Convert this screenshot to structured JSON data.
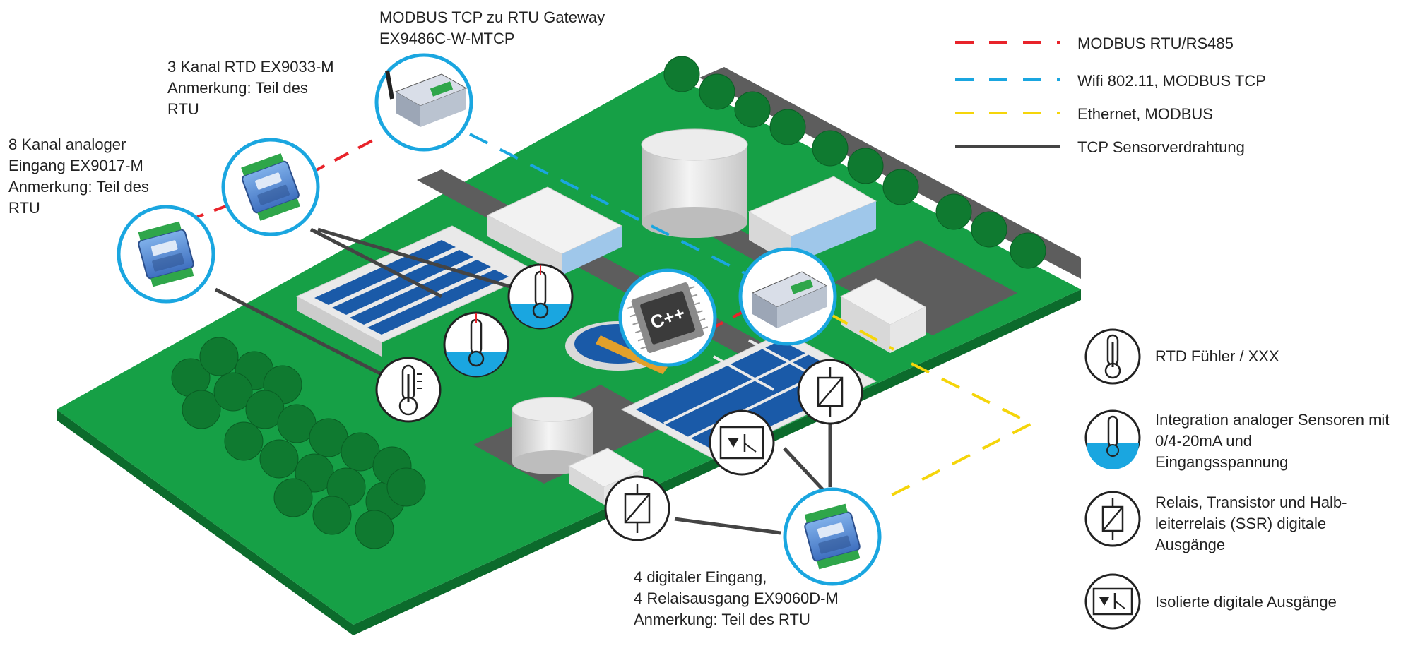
{
  "labels": {
    "gateway": [
      "MODBUS TCP zu RTU Gateway",
      "EX9486C-W-MTCP"
    ],
    "rtd": [
      "3 Kanal RTD EX9033-M",
      "Anmerkung: Teil des",
      "RTU"
    ],
    "analog": [
      "8 Kanal analoger",
      "Eingang EX9017-M",
      "Anmerkung: Teil des",
      "RTU"
    ],
    "digital": [
      "4 digitaler Eingang,",
      "4 Relaisausgang EX9060D-M",
      "Anmerkung: Teil des RTU"
    ]
  },
  "chip_label": "C++",
  "legend": [
    {
      "label": "MODBUS RTU/RS485",
      "color": "#e8232a",
      "style": "dashed"
    },
    {
      "label": "Wifi 802.11, MODBUS TCP",
      "color": "#1aa6e0",
      "style": "dashed"
    },
    {
      "label": "Ethernet, MODBUS",
      "color": "#f5d50a",
      "style": "dashed"
    },
    {
      "label": "TCP Sensorverdrahtung",
      "color": "#444444",
      "style": "solid"
    }
  ],
  "icon_legend": {
    "rtd": [
      "RTD Fühler / XXX"
    ],
    "analog": [
      "Integration analoger Sensoren mit",
      "0/4-20mA und",
      "Eingangsspannung"
    ],
    "relay": [
      "Relais, Transistor und Halb-",
      "leiterrelais (SSR) digitale",
      "Ausgänge"
    ],
    "isolated": [
      "Isolierte digitale Ausgänge"
    ]
  },
  "colors": {
    "ground": "#16a046",
    "ground_edge": "#0c6b2c",
    "road": "#5d5d5d",
    "water": "#1a5aa8",
    "module": "#5a8fd6",
    "device_ring": "#1aa6e0"
  }
}
